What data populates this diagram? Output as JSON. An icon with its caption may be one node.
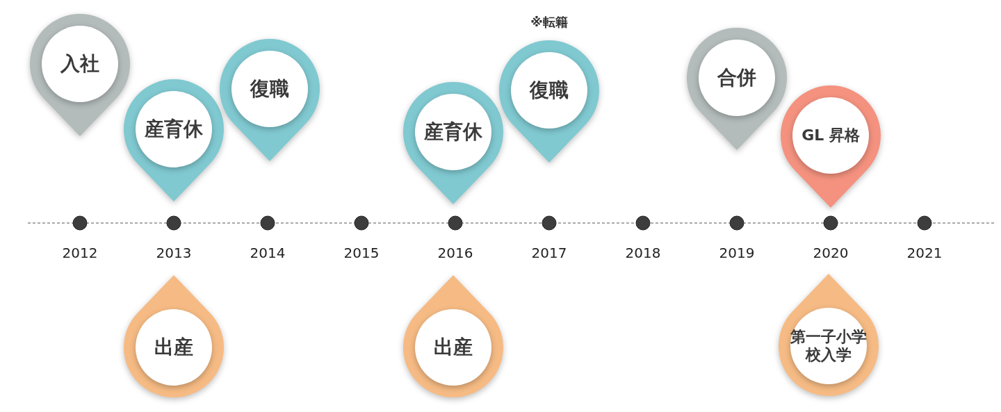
{
  "diagram": {
    "nodes": [
      {
        "text": [
          "入社"
        ]
      },
      {
        "text": [
          "産育休"
        ]
      },
      {
        "text": [
          "復職"
        ]
      },
      {
        "text": [
          "産育休"
        ]
      },
      {
        "text": [
          "復職"
        ],
        "beside": [
          "※転籍"
        ]
      },
      {
        "text": [
          "合併"
        ]
      },
      {
        "text": [
          "GL 昇格"
        ]
      },
      {
        "text": [
          "出産"
        ]
      },
      {
        "text": [
          "出産"
        ]
      },
      {
        "text": [
          "第一子小学校入学"
        ]
      }
    ],
    "labels": [
      "2012",
      "2013",
      "2014",
      "2015",
      "2016",
      "2017",
      "2018",
      "2019",
      "2020",
      "2021"
    ]
  }
}
